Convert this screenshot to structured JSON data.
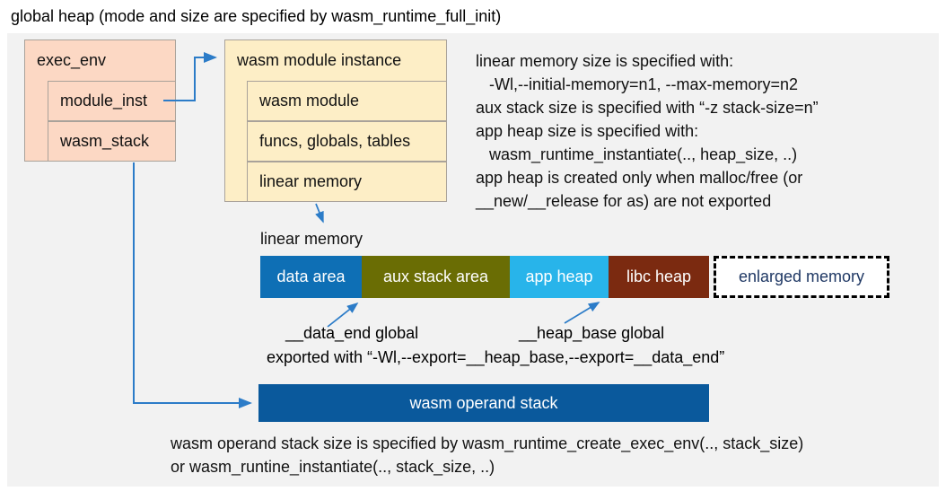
{
  "title": "global heap (mode and size are specified by wasm_runtime_full_init)",
  "exec_env": {
    "label": "exec_env",
    "children": [
      "module_inst",
      "wasm_stack"
    ]
  },
  "module_instance": {
    "label": "wasm module instance",
    "children": [
      "wasm module",
      "funcs, globals, tables",
      "linear memory"
    ]
  },
  "right_notes": {
    "lines": [
      "linear memory size is specified with:",
      "   -Wl,--initial-memory=n1, --max-memory=n2",
      "aux stack size is specified with “-z stack-size=n”",
      "app heap size is specified with:",
      "   wasm_runtime_instantiate(.., heap_size, ..)",
      "app heap is created only when malloc/free (or",
      "__new/__release for as) are not exported"
    ]
  },
  "linear_memory": {
    "label": "linear memory",
    "segments": [
      {
        "label": "data area",
        "color": "#0e6fb5"
      },
      {
        "label": "aux stack area",
        "color": "#6a6d04"
      },
      {
        "label": "app heap",
        "color": "#28b4ea"
      },
      {
        "label": "libc heap",
        "color": "#7b2a10"
      }
    ],
    "enlarged": {
      "label": "enlarged memory",
      "text_color": "#1f3864"
    }
  },
  "annotations": {
    "data_end": "__data_end global",
    "heap_base": "__heap_base global",
    "exported": "exported with “-Wl,--export=__heap_base,--export=__data_end”"
  },
  "operand_stack": {
    "label": "wasm operand stack",
    "color": "#0a599c"
  },
  "bottom_notes": {
    "lines": [
      "wasm operand stack size is specified by wasm_runtime_create_exec_env(.., stack_size)",
      "or wasm_runtine_instantiate(.., stack_size, ..)"
    ]
  },
  "colors": {
    "panel_bg": "#f2f2f2",
    "salmon_box": "#fcd8c4",
    "cream_box": "#fdeec6",
    "arrow_blue": "#2c7cc8",
    "navy_text": "#1f3864"
  }
}
